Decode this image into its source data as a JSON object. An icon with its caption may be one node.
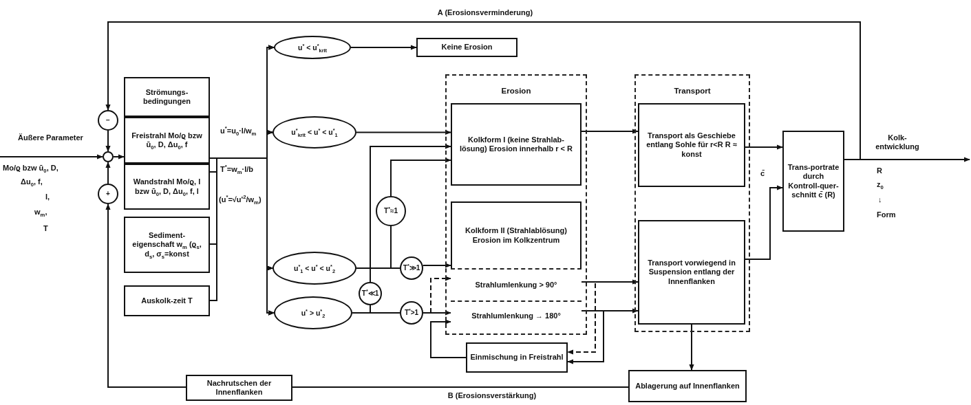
{
  "diagram": {
    "nodes": [
      {
        "text": [
          "−"
        ]
      },
      {
        "text": [],
        "shape": "circle"
      },
      {
        "text": [
          "+"
        ]
      },
      {
        "text": [
          "Strömungs-bedingungen"
        ]
      },
      {
        "text": [
          "Freistrahl Mo/ϱ bzw ū$_{0}$, D, Δu$_{0}$, f"
        ]
      },
      {
        "text": [
          "Wandstrahl Mo/ϱ, l bzw ū$_{0}$, D, Δu$_{0}$, f, l"
        ]
      },
      {
        "text": [
          "Sediment-eigenschaft w$_{m}$ (ϱ$_{s}$, d$_{s}$, σ$_{s}$=konst"
        ]
      },
      {
        "text": [
          "Auskolk-zeit T"
        ]
      },
      {
        "text": [
          "u$^{*}$ < u$^{*}$$_{krit}$"
        ]
      },
      {
        "text": [
          "u$^{*}$$_{krit}$ < u$^{*}$ < u$^{*}$$_{1}$"
        ]
      },
      {
        "text": [
          "u$^{*}$$_{1}$ < u$^{*}$ < u$^{*}$$_{2}$"
        ]
      },
      {
        "text": [
          "u$^{*}$ > u$^{*}$$_{2}$"
        ]
      },
      {
        "text": [
          "Keine Erosion"
        ]
      },
      {
        "text": [
          "Erosion"
        ]
      },
      {
        "text": [
          "Kolkform I (keine Strahlab-lösung) Erosion innerhalb r < R"
        ],
        "in": 13
      },
      {
        "text": [
          "Kolkform II (Strahlablösung) Erosion im Kolkzentrum"
        ],
        "in": 13
      },
      {
        "text": [
          "Strahlumlenkung > 90°"
        ],
        "in": 15
      },
      {
        "text": [
          "Strahlumlenkung → 180°"
        ],
        "in": 15
      },
      {
        "text": [
          "T$^{*}$≈1"
        ]
      },
      {
        "text": [
          "T$^{*}$≫1"
        ]
      },
      {
        "text": [
          "T$^{*}$≪1"
        ]
      },
      {
        "text": [
          "T$^{*}$>1"
        ]
      },
      {
        "text": [
          "Einmischung in Freistrahl"
        ]
      },
      {
        "text": [
          "Transport"
        ]
      },
      {
        "text": [
          "Transport als Geschiebe entlang Sohle für r<R R ≈ konst"
        ],
        "in": 23
      },
      {
        "text": [
          "Transport vorwiegend in Suspension entlang der Innenflanken"
        ],
        "in": 23
      },
      {
        "text": [
          "Trans-portrate durch Kontroll-quer-schnitt c̄ (R)"
        ]
      },
      {
        "text": [
          "Nachrutschen der Innenflanken"
        ]
      },
      {
        "text": [
          "Ablagerung auf Innenflanken"
        ]
      }
    ],
    "edges": [
      {
        "from": null,
        "to": 1,
        "arrow": "to",
        "label": "Äußere Parameter"
      },
      {
        "from": 0,
        "to": 1,
        "arrow": "to"
      },
      {
        "from": 2,
        "to": 1,
        "arrow": "to"
      },
      {
        "from": 1,
        "to": 4,
        "arrow": "to"
      },
      {
        "from": 4,
        "to": 8,
        "arrow": "to"
      },
      {
        "from": 4,
        "to": 9,
        "arrow": "to"
      },
      {
        "from": 4,
        "to": 10,
        "arrow": "to"
      },
      {
        "from": 4,
        "to": 11,
        "arrow": "to"
      },
      {
        "from": 5,
        "to": 8,
        "arrow": "to"
      },
      {
        "from": 5,
        "to": 9,
        "arrow": "to"
      },
      {
        "from": 5,
        "to": 10,
        "arrow": "to"
      },
      {
        "from": 5,
        "to": 11,
        "arrow": "to"
      },
      {
        "from": 6,
        "to": 8,
        "arrow": "to"
      },
      {
        "from": 6,
        "to": 9,
        "arrow": "to"
      },
      {
        "from": 6,
        "to": 10,
        "arrow": "to"
      },
      {
        "from": 6,
        "to": 11,
        "arrow": "to"
      },
      {
        "from": 7,
        "to": 8,
        "arrow": "to"
      },
      {
        "from": 7,
        "to": 9,
        "arrow": "to"
      },
      {
        "from": 7,
        "to": 10,
        "arrow": "to"
      },
      {
        "from": 7,
        "to": 11,
        "arrow": "to"
      },
      {
        "from": 8,
        "to": 12,
        "arrow": "to"
      },
      {
        "from": 9,
        "to": 14,
        "arrow": "to"
      },
      {
        "from": 10,
        "to": 18,
        "arrow": "none"
      },
      {
        "from": 18,
        "to": 14,
        "arrow": "to"
      },
      {
        "from": 10,
        "to": 19,
        "arrow": "none"
      },
      {
        "from": 19,
        "to": 15,
        "arrow": "to"
      },
      {
        "from": 11,
        "to": 20,
        "arrow": "none"
      },
      {
        "from": 20,
        "to": 14,
        "arrow": "to"
      },
      {
        "from": 11,
        "to": 21,
        "arrow": "none"
      },
      {
        "from": 21,
        "to": 17,
        "arrow": "to"
      },
      {
        "from": 21,
        "to": 16,
        "arrow": "to",
        "style": "dashed"
      },
      {
        "from": 22,
        "to": 17,
        "arrow": "to"
      },
      {
        "from": 16,
        "to": 22,
        "arrow": "to",
        "style": "dashed"
      },
      {
        "from": 17,
        "to": 22,
        "arrow": "to"
      },
      {
        "from": 14,
        "to": 24,
        "arrow": "to"
      },
      {
        "from": 16,
        "to": 25,
        "arrow": "to"
      },
      {
        "from": 17,
        "to": 25,
        "arrow": "to"
      },
      {
        "from": 24,
        "to": 26,
        "arrow": "to"
      },
      {
        "from": 25,
        "to": 26,
        "arrow": "to",
        "label": "c̄"
      },
      {
        "from": 26,
        "to": null,
        "arrow": "to",
        "label": "Kolk-entwicklung"
      },
      {
        "from": 26,
        "to": 0,
        "arrow": "to",
        "label": "A (Erosionsverminderung)"
      },
      {
        "from": 25,
        "to": 28,
        "arrow": "to"
      },
      {
        "from": 28,
        "to": 27,
        "arrow": "none",
        "label": "B (Erosionsverstärkung)"
      },
      {
        "from": 27,
        "to": 2,
        "arrow": "to"
      }
    ],
    "labels": [
      "Mo/ϱ bzw ū$_{0}$, D,",
      "Δu$_{0}$, f,",
      "l,",
      "w$_{m}$,",
      "T",
      "u$^{*}$=u$_{0}$·l/w$_{m}$",
      "T$^{*}$=w$_{m}$·l/b",
      "(u$^{*}$=√u'$^{2}$/w$_{m}$)",
      "R",
      "z$_{0}$",
      "↓",
      "Form"
    ]
  }
}
